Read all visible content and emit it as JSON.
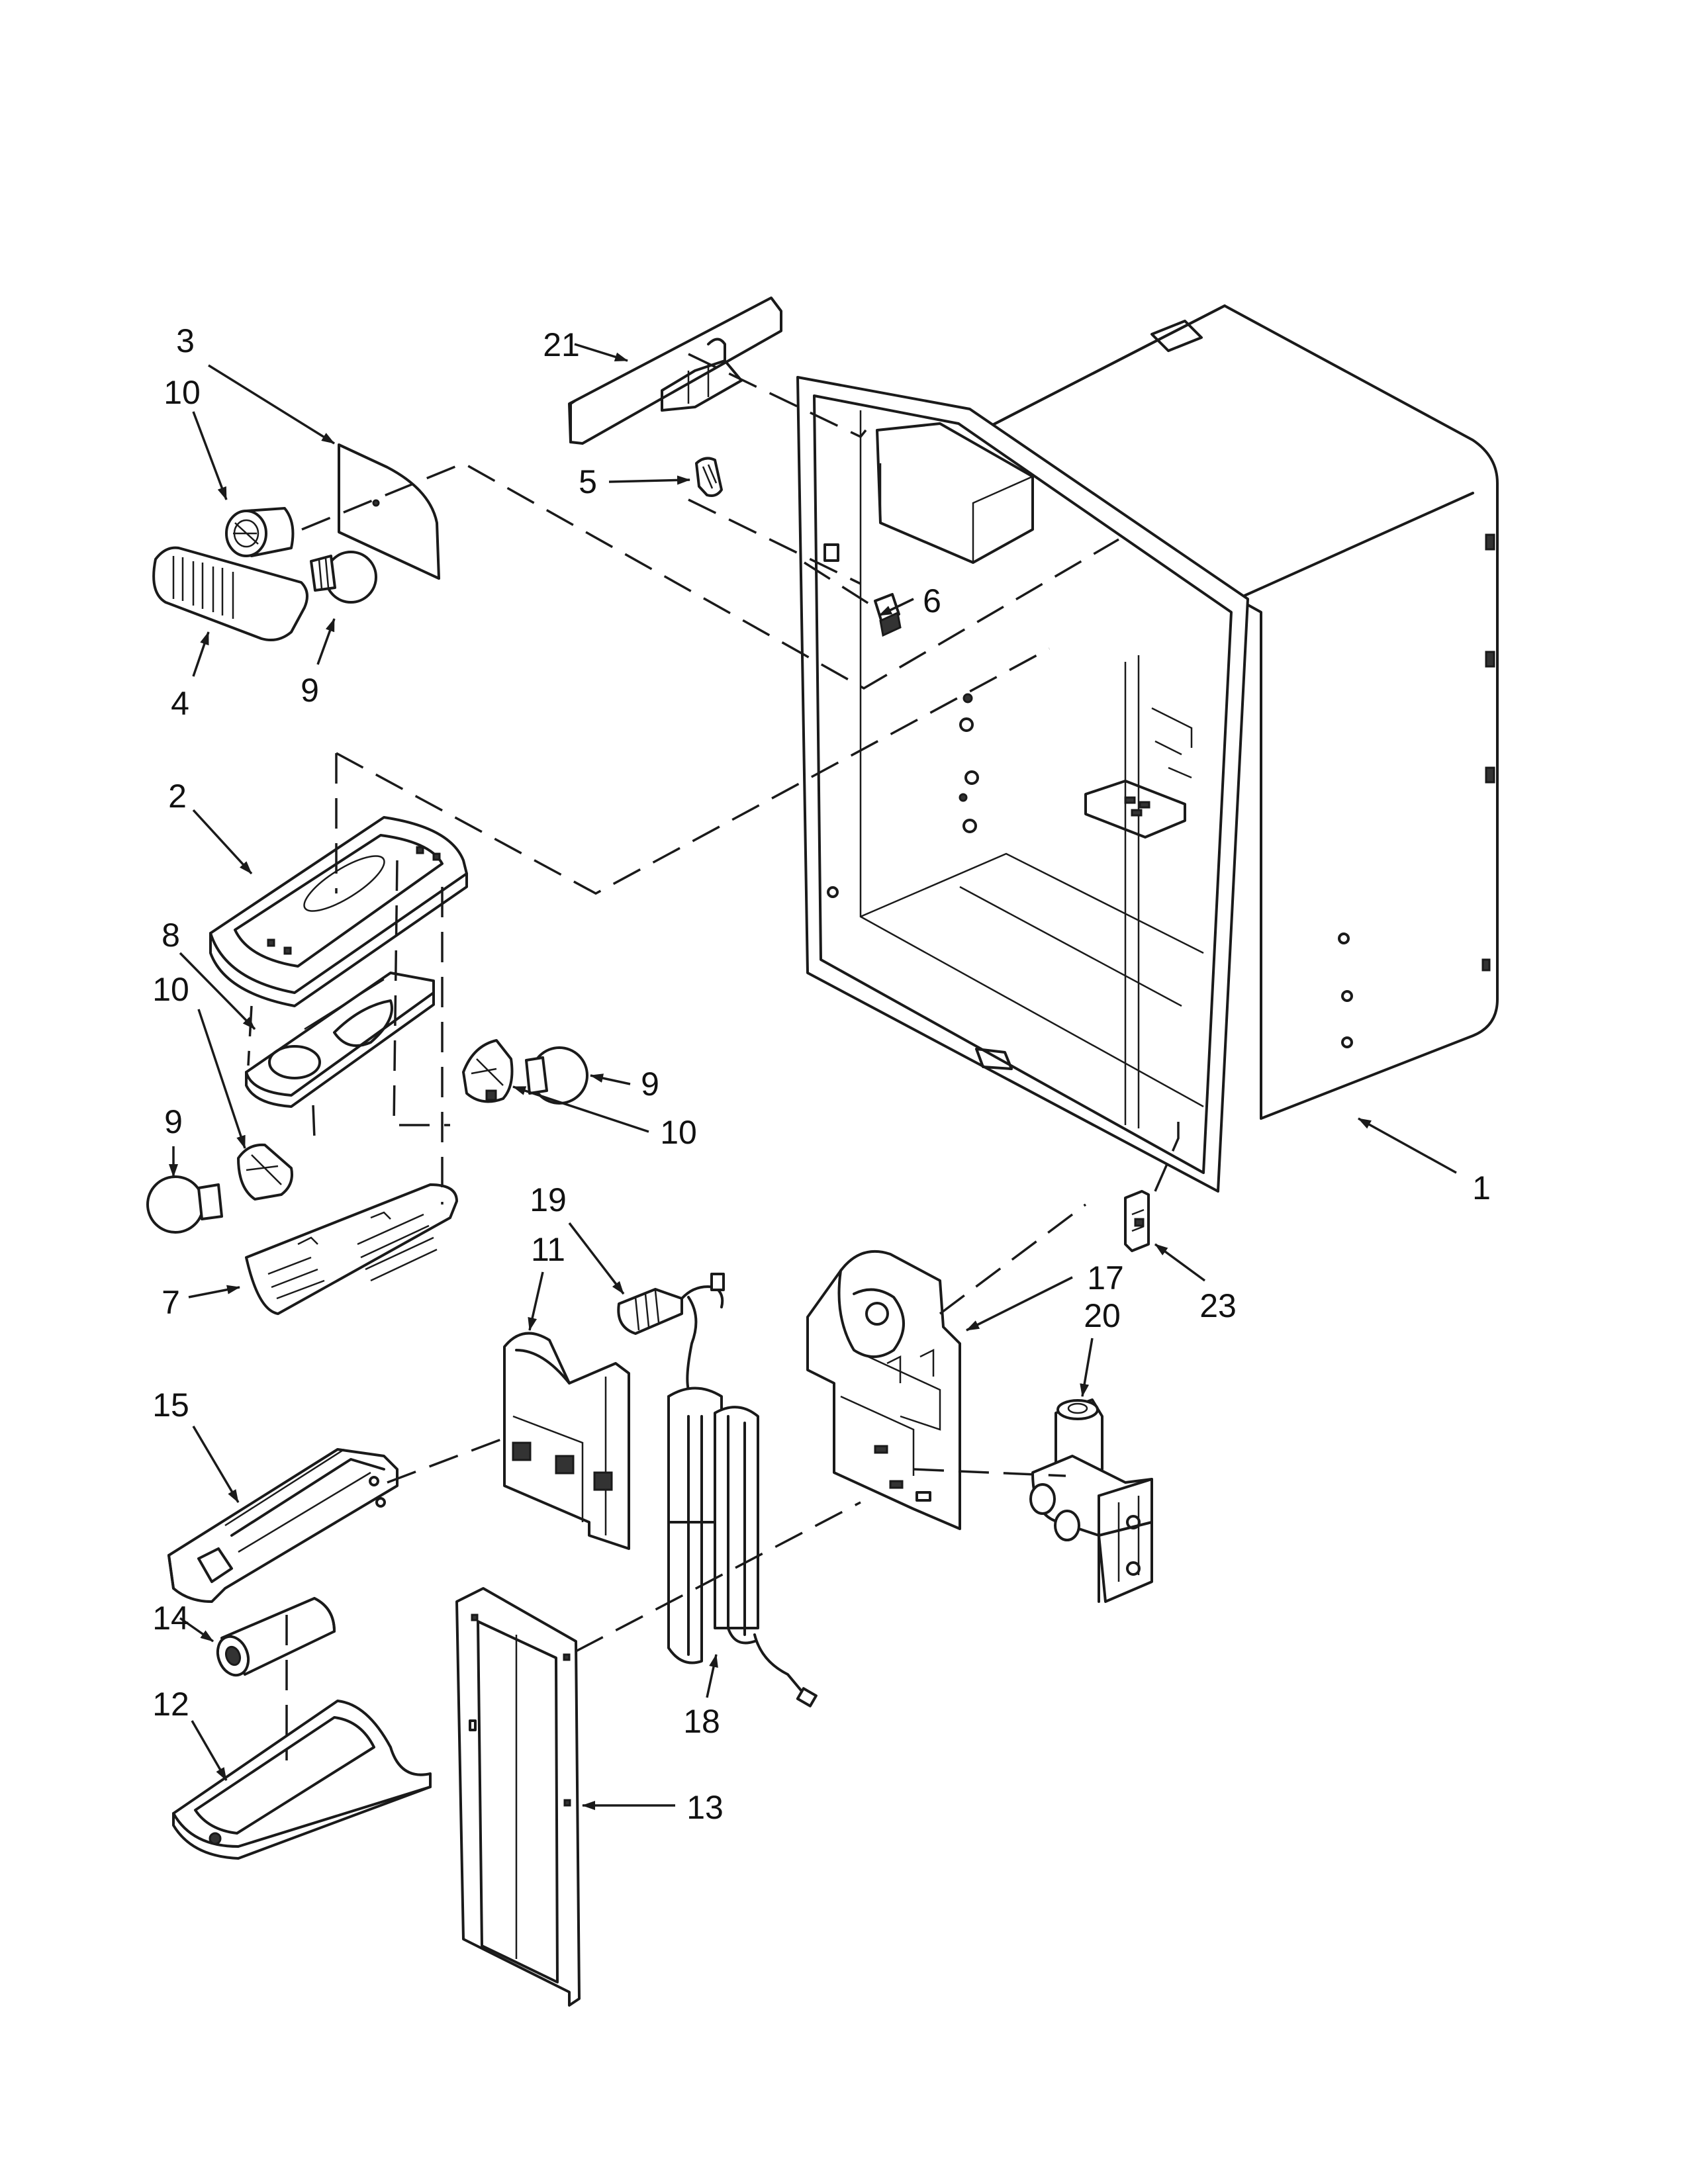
{
  "diagram": {
    "callouts": [
      {
        "id": "c1",
        "label": "1"
      },
      {
        "id": "c2",
        "label": "2"
      },
      {
        "id": "c3",
        "label": "3"
      },
      {
        "id": "c4",
        "label": "4"
      },
      {
        "id": "c5",
        "label": "5"
      },
      {
        "id": "c6",
        "label": "6"
      },
      {
        "id": "c7",
        "label": "7"
      },
      {
        "id": "c8",
        "label": "8"
      },
      {
        "id": "c9a",
        "label": "9"
      },
      {
        "id": "c9b",
        "label": "9"
      },
      {
        "id": "c9c",
        "label": "9"
      },
      {
        "id": "c10a",
        "label": "10"
      },
      {
        "id": "c10b",
        "label": "10"
      },
      {
        "id": "c10c",
        "label": "10"
      },
      {
        "id": "c11",
        "label": "11"
      },
      {
        "id": "c12",
        "label": "12"
      },
      {
        "id": "c13",
        "label": "13"
      },
      {
        "id": "c14",
        "label": "14"
      },
      {
        "id": "c15",
        "label": "15"
      },
      {
        "id": "c17",
        "label": "17"
      },
      {
        "id": "c18",
        "label": "18"
      },
      {
        "id": "c19",
        "label": "19"
      },
      {
        "id": "c20",
        "label": "20"
      },
      {
        "id": "c21",
        "label": "21"
      },
      {
        "id": "c23",
        "label": "23"
      }
    ]
  }
}
